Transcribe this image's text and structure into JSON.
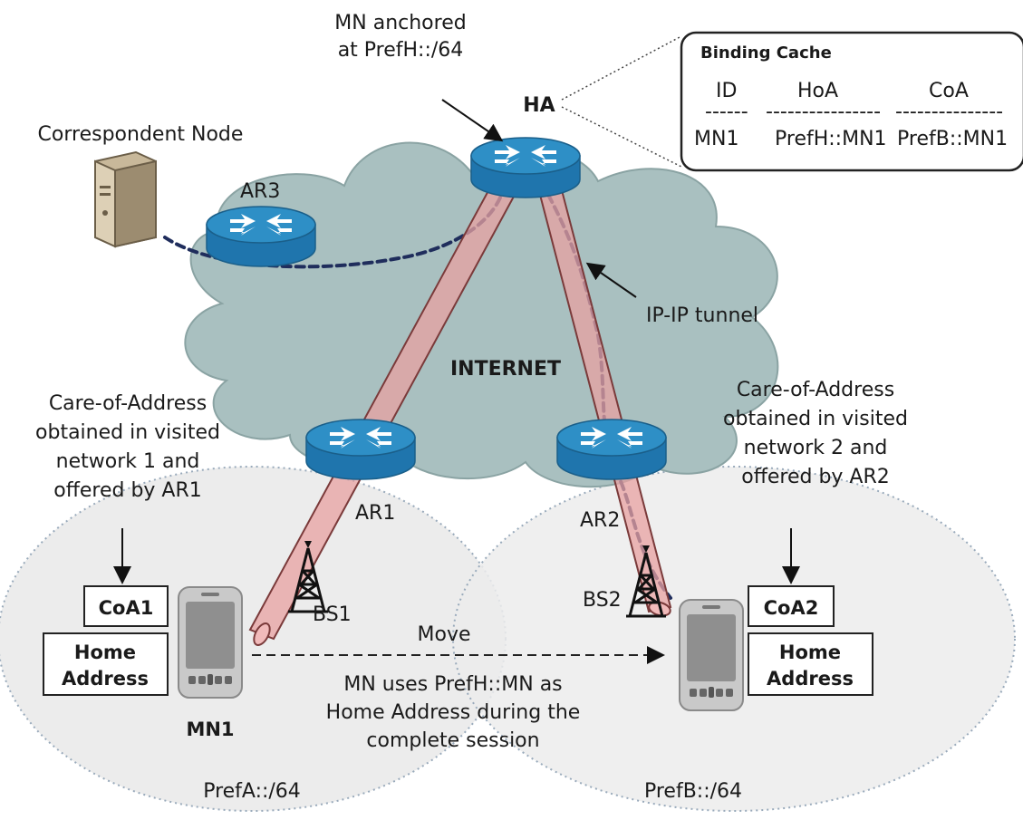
{
  "labels": {
    "mn_anchored": [
      "MN anchored",
      "at PrefH::/64"
    ],
    "ha": "HA",
    "correspondent": "Correspondent Node",
    "ar3": "AR3",
    "ip_tunnel": "IP-IP tunnel",
    "internet": "INTERNET",
    "coa_left": [
      "Care-of-Address",
      "obtained in visited",
      "network 1 and",
      "offered by AR1"
    ],
    "coa_right": [
      "Care-of-Address",
      "obtained in visited",
      "network 2 and",
      "offered by AR2"
    ],
    "ar1": "AR1",
    "ar2": "AR2",
    "bs1": "BS1",
    "bs2": "BS2",
    "coa1": "CoA1",
    "coa2": "CoA2",
    "home_address": [
      "Home",
      "Address"
    ],
    "move": "Move",
    "mn_uses": [
      "MN uses PrefH::MN as",
      "Home Address during the",
      "complete session"
    ],
    "mn1": "MN1",
    "prefA": "PrefA::/64",
    "prefB": "PrefB::/64"
  },
  "binding_cache": {
    "title": "Binding Cache",
    "headers": [
      "ID",
      "HoA",
      "CoA"
    ],
    "separators": [
      "------",
      "----------------",
      "---------------"
    ],
    "row": [
      "MN1",
      "PrefH::MN1",
      "PrefB::MN1"
    ]
  }
}
